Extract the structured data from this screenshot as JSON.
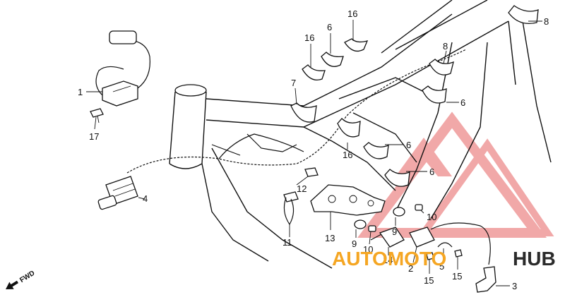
{
  "callouts": [
    {
      "id": "c1",
      "text": "1"
    },
    {
      "id": "c17",
      "text": "17"
    },
    {
      "id": "c4",
      "text": "4"
    },
    {
      "id": "c16a",
      "text": "16"
    },
    {
      "id": "c6a",
      "text": "6"
    },
    {
      "id": "c16b",
      "text": "16"
    },
    {
      "id": "c7",
      "text": "7"
    },
    {
      "id": "c8a",
      "text": "8"
    },
    {
      "id": "c8b",
      "text": "8"
    },
    {
      "id": "c6b",
      "text": "6"
    },
    {
      "id": "c6c",
      "text": "6"
    },
    {
      "id": "c16c",
      "text": "16"
    },
    {
      "id": "c6d",
      "text": "6"
    },
    {
      "id": "c12",
      "text": "12"
    },
    {
      "id": "c11",
      "text": "11"
    },
    {
      "id": "c13",
      "text": "13"
    },
    {
      "id": "c9a",
      "text": "9"
    },
    {
      "id": "c9b",
      "text": "9"
    },
    {
      "id": "c10a",
      "text": "10"
    },
    {
      "id": "c10b",
      "text": "10"
    },
    {
      "id": "c14",
      "text": "14"
    },
    {
      "id": "c2",
      "text": "2"
    },
    {
      "id": "c5",
      "text": "5"
    },
    {
      "id": "c15a",
      "text": "15"
    },
    {
      "id": "c15b",
      "text": "15"
    },
    {
      "id": "c3",
      "text": "3"
    }
  ],
  "direction_marker": {
    "text": "FWD"
  },
  "watermark": {
    "text_left": "AUTOMOTO",
    "text_right": "HUB",
    "color_red": "#e53935",
    "color_orange": "#f5a623",
    "color_dark": "#2b2b2b"
  }
}
